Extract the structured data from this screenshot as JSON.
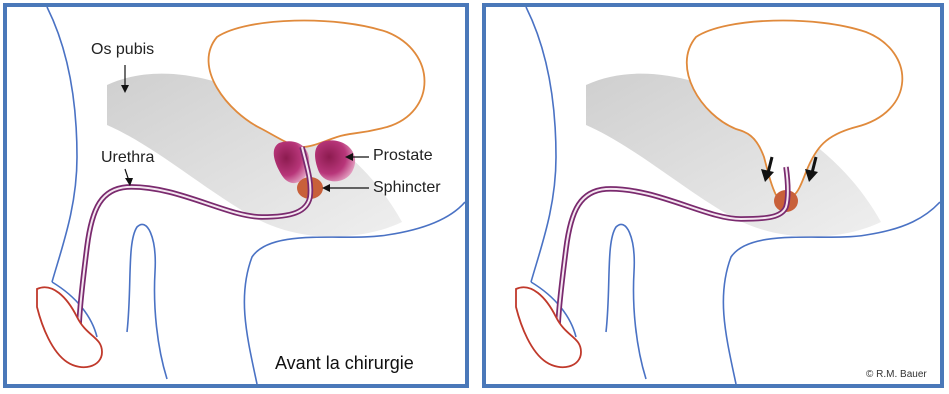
{
  "labels": {
    "os_pubis": "Os pubis",
    "urethra": "Urethra",
    "prostate": "Prostate",
    "sphincter": "Sphincter"
  },
  "caption_before": "Avant la chirurgie",
  "credit": "© R.M. Bauer",
  "colors": {
    "frame": "#4a78b9",
    "body_outline": "#4a72c4",
    "bladder": "#e08a3c",
    "urethra": "#7a2a6e",
    "prostate": "#b0306e",
    "sphincter": "#c8603a",
    "bone": "#d9d9d9",
    "glans": "#c0392b"
  }
}
